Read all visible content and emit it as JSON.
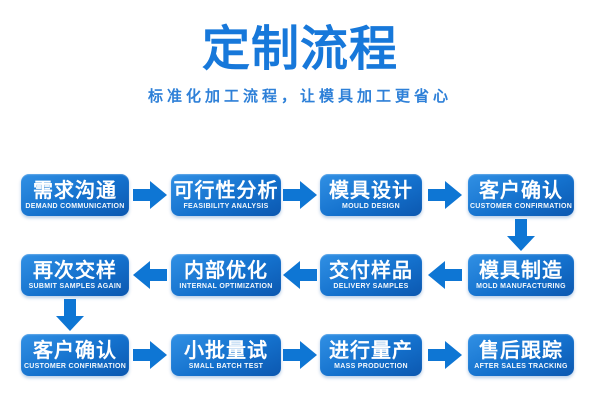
{
  "header": {
    "title": "定制流程",
    "subtitle": "标准化加工流程，让模具加工更省心"
  },
  "colors": {
    "title_blue": "#1778da",
    "subtitle_blue": "#2e80d8",
    "arrow_blue": "#0e76d4",
    "box_grad_start": "#3190e4",
    "box_grad_mid": "#1471cd",
    "box_grad_end": "#0c58b0"
  },
  "flow": {
    "rows": [
      {
        "direction": "right",
        "steps": [
          {
            "zh": "需求沟通",
            "en": "DEMAND COMMUNICATION"
          },
          {
            "zh": "可行性分析",
            "en": "FEASIBILITY ANALYSIS"
          },
          {
            "zh": "模具设计",
            "en": "MOULD DESIGN"
          },
          {
            "zh": "客户确认",
            "en": "CUSTOMER CONFIRMATION"
          }
        ]
      },
      {
        "direction": "left",
        "steps": [
          {
            "zh": "再次交样",
            "en": "SUBMIT SAMPLES AGAIN"
          },
          {
            "zh": "内部优化",
            "en": "INTERNAL OPTIMIZATION"
          },
          {
            "zh": "交付样品",
            "en": "DELIVERY SAMPLES"
          },
          {
            "zh": "模具制造",
            "en": "MOLD MANUFACTURING"
          }
        ]
      },
      {
        "direction": "right",
        "steps": [
          {
            "zh": "客户确认",
            "en": "CUSTOMER CONFIRMATION"
          },
          {
            "zh": "小批量试",
            "en": "SMALL BATCH TEST"
          },
          {
            "zh": "进行量产",
            "en": "MASS PRODUCTION"
          },
          {
            "zh": "售后跟踪",
            "en": "AFTER SALES TRACKING"
          }
        ]
      }
    ]
  }
}
